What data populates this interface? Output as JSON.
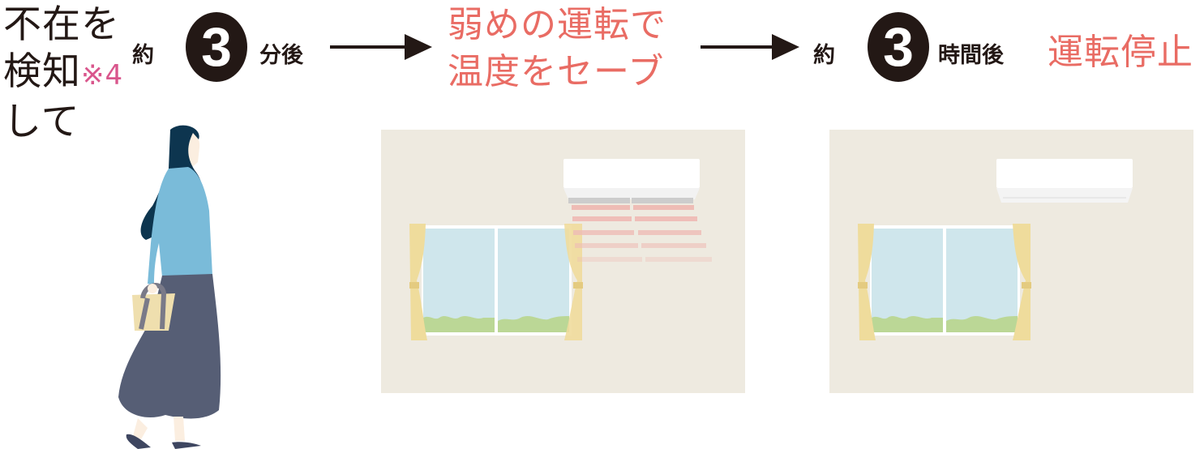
{
  "step1": {
    "line1": "不在を",
    "line2": "検知",
    "note": "※4",
    "line3": "して"
  },
  "step2": {
    "prefix": "約",
    "number": "3",
    "suffix": "分後"
  },
  "step3": {
    "line1": "弱めの運転で",
    "line2": "温度をセーブ"
  },
  "step4": {
    "prefix": "約",
    "number": "3",
    "suffix": "時間後",
    "result": "運転停止"
  },
  "colors": {
    "text": "#231815",
    "accent_red": "#e96c64",
    "note_pink": "#d9568c",
    "wall": "#eeeae0",
    "sky": "#cfe6ec",
    "curtain": "#efdc9c",
    "airflow": "#eebcb5"
  },
  "scenes": {
    "scene1": "person-walking-away",
    "scene2": "room-aircon-weak-airflow",
    "scene3": "room-aircon-stopped"
  }
}
